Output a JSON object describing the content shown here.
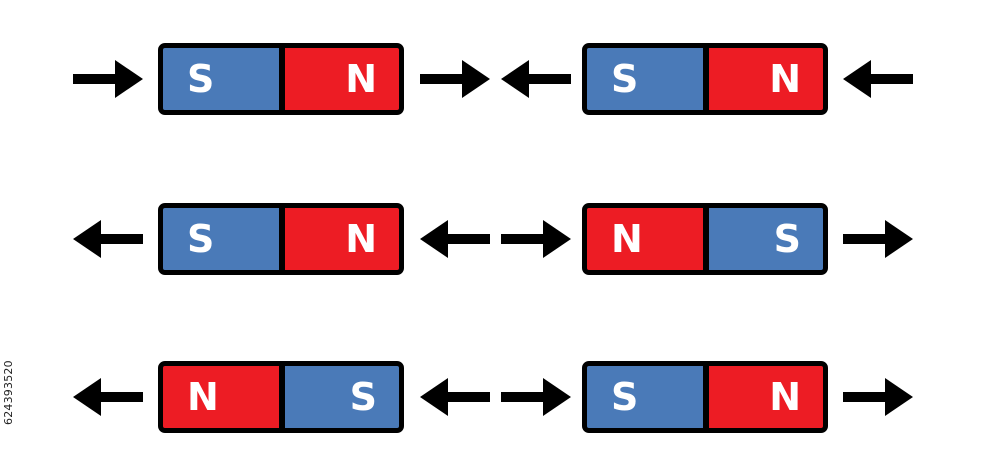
{
  "colors": {
    "north": "#ed1c24",
    "south": "#4a7ab8",
    "outline": "#000000",
    "arrow": "#000000"
  },
  "rows": [
    {
      "magnets": [
        {
          "poles": [
            "S",
            "N"
          ]
        },
        {
          "poles": [
            "S",
            "N"
          ]
        }
      ],
      "arrows": [
        "right",
        "right",
        "left",
        "left"
      ]
    },
    {
      "magnets": [
        {
          "poles": [
            "S",
            "N"
          ]
        },
        {
          "poles": [
            "N",
            "S"
          ]
        }
      ],
      "arrows": [
        "left",
        "left",
        "right",
        "right"
      ]
    },
    {
      "magnets": [
        {
          "poles": [
            "N",
            "S"
          ]
        },
        {
          "poles": [
            "S",
            "N"
          ]
        }
      ],
      "arrows": [
        "left",
        "left",
        "right",
        "right"
      ]
    }
  ],
  "watermark": "624393520"
}
